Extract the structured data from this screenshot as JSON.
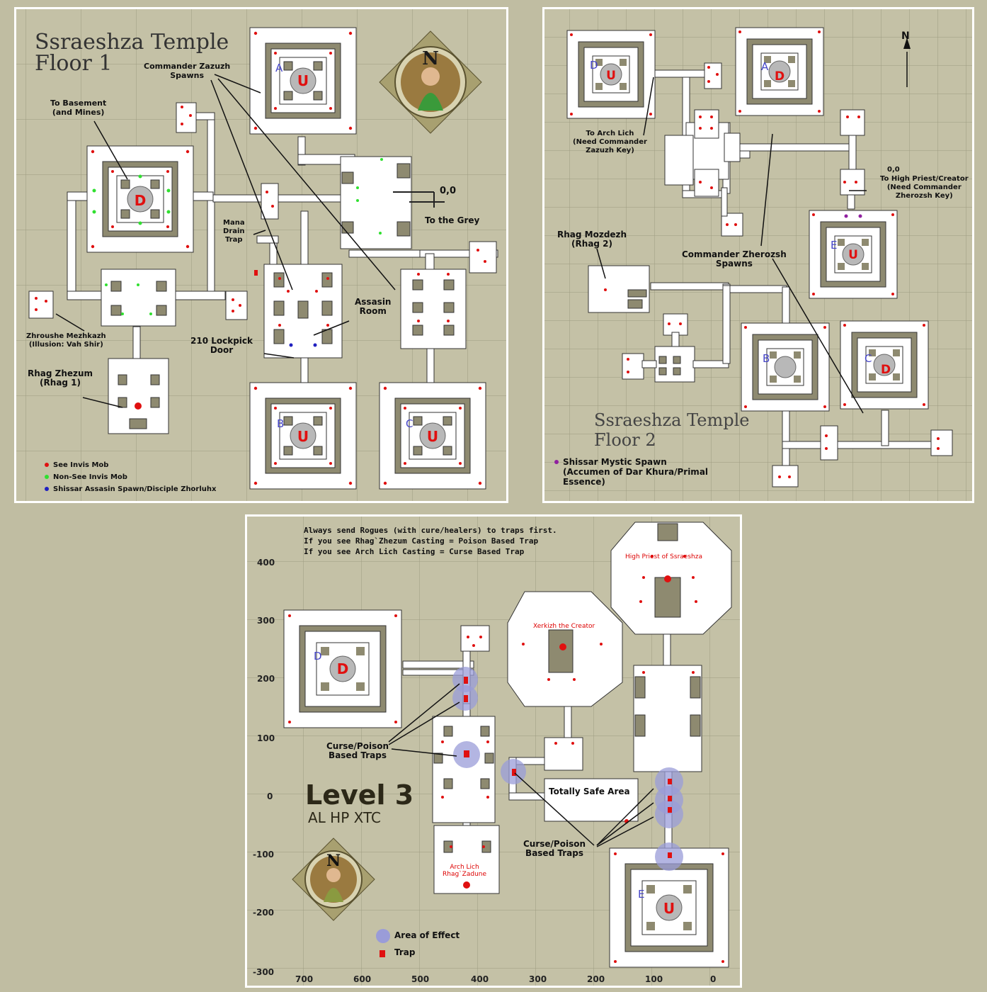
{
  "floor1": {
    "title_line1": "Ssraeshza Temple",
    "title_line2": "Floor 1",
    "compass": "N",
    "labels": {
      "commander_zazuzh": "Commander Zazuzh\nSpawns",
      "to_basement": "To Basement\n(and Mines)",
      "mana_drain": "Mana\nDrain\nTrap",
      "coord_origin": "0,0",
      "to_grey": "To the Grey",
      "assasin_room": "Assasin\nRoom",
      "lockpick_door": "210 Lockpick\nDoor",
      "zhroushe": "Zhroushe Mezhkazh\n(Illusion: Vah Shir)",
      "rhag_zhezum": "Rhag Zhezum\n(Rhag 1)"
    },
    "room_letters": [
      "A",
      "B",
      "C"
    ],
    "markers": [
      "U",
      "D",
      "U",
      "U"
    ],
    "legend": [
      {
        "label": "See Invis Mob",
        "color": "#e01010"
      },
      {
        "label": "Non-See Invis Mob",
        "color": "#30e030"
      },
      {
        "label": "Shissar Assasin Spawn/Disciple Zhorluhx",
        "color": "#2020c0"
      }
    ]
  },
  "floor2": {
    "title_line1": "Ssraeshza Temple",
    "title_line2": "Floor 2",
    "compass": "N",
    "labels": {
      "to_arch_lich": "To Arch Lich\n(Need Commander\nZazuzh Key)",
      "coord_origin": "0,0",
      "to_high_priest": "To High Priest/Creator\n(Need Commander\nZherozsh Key)",
      "rhag_mozdezh": "Rhag Mozdezh\n(Rhag 2)",
      "commander_zherozsh": "Commander Zherozsh\nSpawns"
    },
    "room_letters": [
      "D",
      "A",
      "E",
      "B",
      "C"
    ],
    "markers": [
      "U",
      "D",
      "U",
      "D"
    ],
    "legend": [
      {
        "label": "Shissar Mystic Spawn\n(Accumen of Dar Khura/Primal\nEssence)",
        "color": "#9020a0"
      }
    ]
  },
  "level3": {
    "notes": [
      "Always send Rogues (with cure/healers) to traps first.",
      "If you see Rhag`Zhezum Casting = Poison Based Trap",
      "If you see Arch Lich Casting = Curse Based Trap"
    ],
    "title": "Level 3",
    "subtitle": "AL HP XTC",
    "compass": "N",
    "labels": {
      "high_priest": "High Priest of Ssraeshza",
      "xerkizh": "Xerkizh the Creator",
      "arch_lich": "Arch Lich\nRhag`Zadune",
      "traps_left": "Curse/Poison\nBased Traps",
      "traps_right": "Curse/Poison\nBased Traps",
      "safe_area": "Totally Safe Area"
    },
    "room_letters": [
      "D",
      "E"
    ],
    "markers": [
      "D",
      "U"
    ],
    "y_axis": [
      "400",
      "300",
      "200",
      "100",
      "0",
      "-100",
      "-200",
      "-300"
    ],
    "x_axis": [
      "700",
      "600",
      "500",
      "400",
      "300",
      "200",
      "100",
      "0"
    ],
    "legend": [
      {
        "label": "Area of Effect",
        "color": "#9a9cd8"
      },
      {
        "label": "Trap",
        "color": "#e01010"
      }
    ]
  },
  "colors": {
    "background": "#c0bda2",
    "panel": "#c4c1a6",
    "wall": "#ffffff",
    "inner_floor": "#a8a48a",
    "mob_see_invis": "#e01010",
    "mob_non_see_invis": "#30e030",
    "letter": "#4646c8"
  }
}
